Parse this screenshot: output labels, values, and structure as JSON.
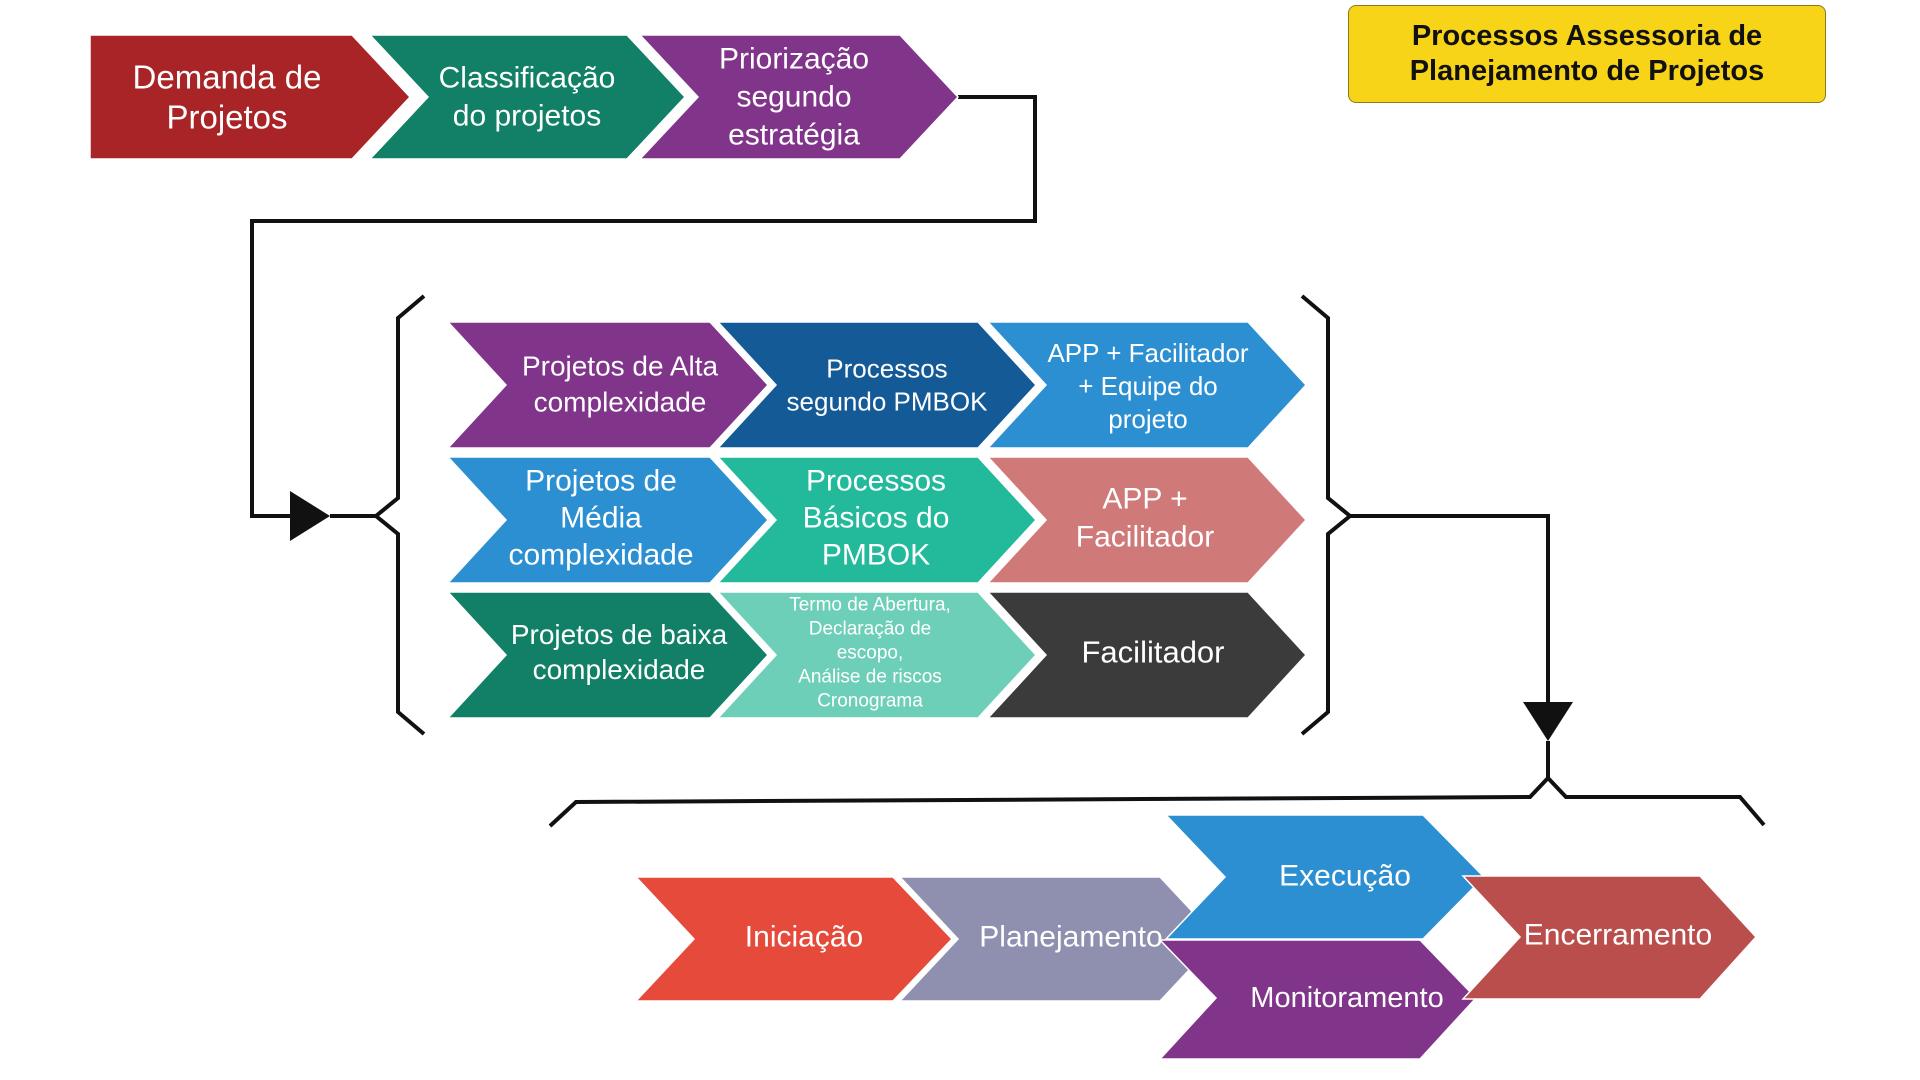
{
  "title": {
    "line1": "Processos Assessoria de",
    "line2": "Planejamento de Projetos"
  },
  "colors": {
    "demanda": "#a82426",
    "classificacao": "#128066",
    "priorizacao": "#80348a",
    "alta": "#80348a",
    "processos_pmbok": "#145a96",
    "app_facilitador_equipe": "#2b8fd2",
    "media": "#2b8fd2",
    "basicos_pmbok": "#23b99b",
    "app_facilitador": "#cf7a79",
    "baixa": "#128066",
    "termo": "#6ecfb8",
    "facilitador": "#3b3b3b",
    "iniciacao": "#e64a3b",
    "planejamento": "#8f8fb0",
    "execucao": "#2b8fd2",
    "monitoramento": "#80348a",
    "encerramento": "#b94e4c",
    "connector": "#111111"
  },
  "row1": {
    "demanda": [
      "Demanda de",
      "Projetos"
    ],
    "classificacao": [
      "Classificação",
      "do projetos"
    ],
    "priorizacao": [
      "Priorização",
      "segundo",
      "estratégia"
    ]
  },
  "matrix": {
    "alta": [
      "Projetos de Alta",
      "complexidade"
    ],
    "processos_pmbok": [
      "Processos",
      "segundo PMBOK"
    ],
    "app_facilitador_equipe": [
      "APP + Facilitador",
      "+ Equipe do",
      "projeto"
    ],
    "media": [
      "Projetos de",
      "Média",
      "complexidade"
    ],
    "basicos_pmbok": [
      "Processos",
      "Básicos do",
      "PMBOK"
    ],
    "app_facilitador": [
      "APP +",
      "Facilitador"
    ],
    "baixa": [
      "Projetos de baixa",
      "complexidade"
    ],
    "termo": [
      "Termo de Abertura,",
      "Declaração de",
      "escopo,",
      "Análise de riscos",
      "Cronograma"
    ],
    "facilitador": [
      "Facilitador"
    ]
  },
  "phases": {
    "iniciacao": "Iniciação",
    "planejamento": "Planejamento",
    "execucao": "Execução",
    "monitoramento": "Monitoramento",
    "encerramento": "Encerramento"
  }
}
